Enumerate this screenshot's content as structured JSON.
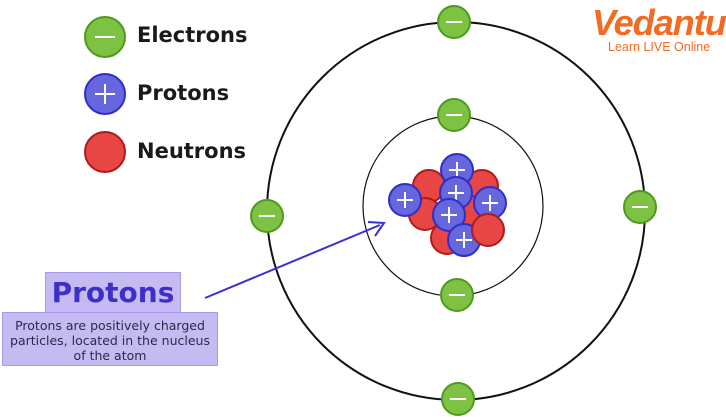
{
  "legend": {
    "electrons": "Electrons",
    "protons": "Protons",
    "neutrons": "Neutrons"
  },
  "logo": {
    "brand": "Vedantu",
    "tagline": "Learn LIVE Online"
  },
  "callout": {
    "title": "Protons",
    "description": "Protons are positively charged particles, located in the nucleus of the atom"
  },
  "colors": {
    "electron": "#7dc242",
    "proton": "#6666dd",
    "neutron": "#e84545",
    "callout": "#c5baf2",
    "arrow": "#3a2fd6",
    "brand": "#f26b21"
  }
}
